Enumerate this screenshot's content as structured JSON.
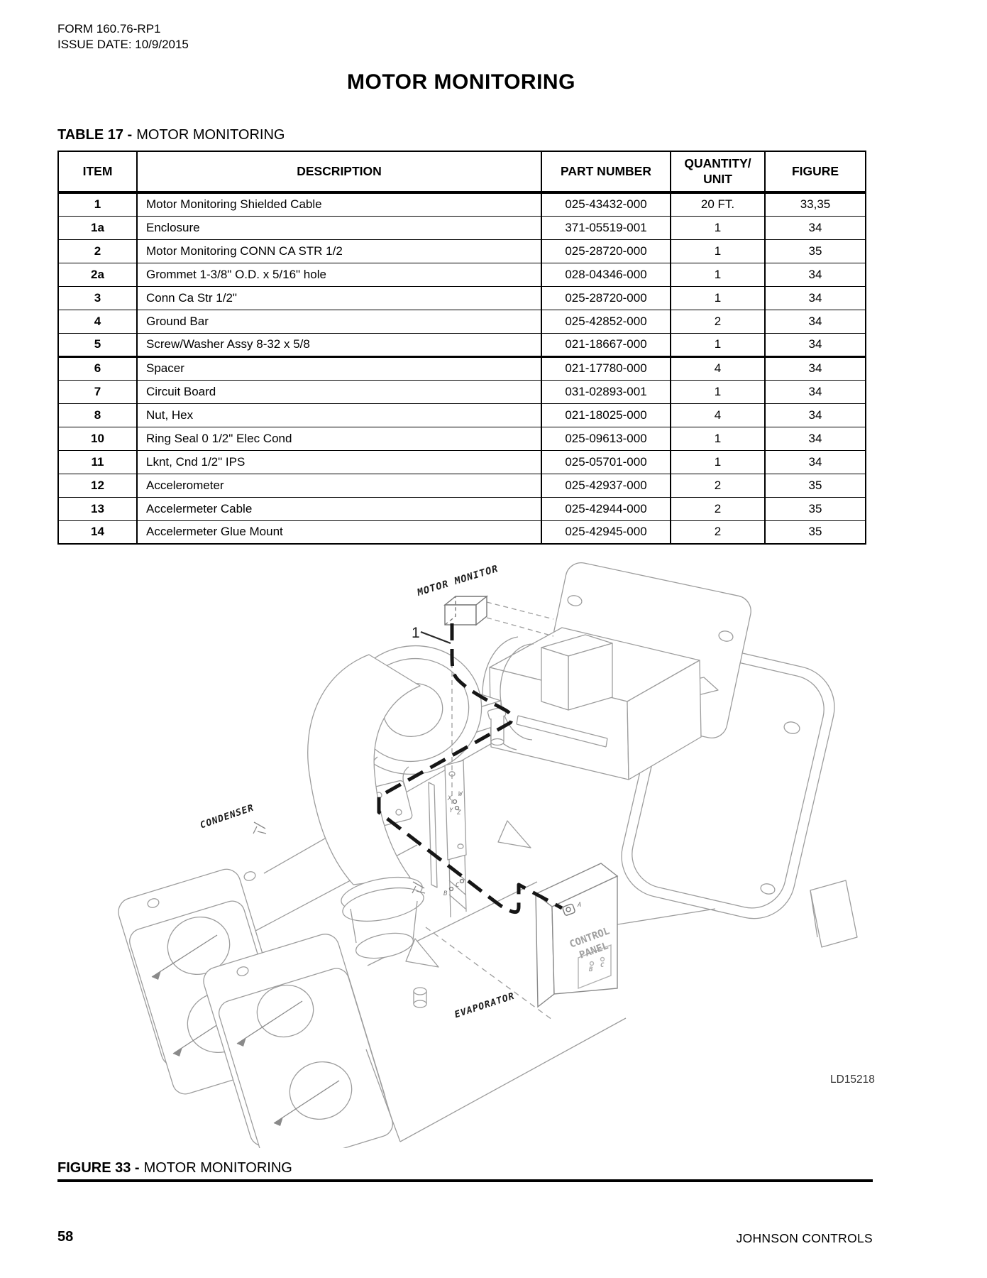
{
  "page": {
    "form_number": "FORM 160.76-RP1",
    "issue_date": "ISSUE DATE: 10/9/2015",
    "title": "MOTOR MONITORING",
    "page_number": "58",
    "company_name": "JOHNSON CONTROLS"
  },
  "table": {
    "label_prefix": "TABLE 17 -",
    "label_title": "MOTOR MONITORING",
    "columns": {
      "item": "ITEM",
      "description": "DESCRIPTION",
      "part_number": "PART NUMBER",
      "quantity_line1": "QUANTITY/",
      "quantity_line2": "UNIT",
      "figure": "FIGURE"
    },
    "rows": [
      {
        "item": "1",
        "description": "Motor Monitoring Shielded Cable",
        "part_number": "025-43432-000",
        "quantity": "20 FT.",
        "figure": "33,35"
      },
      {
        "item": "1a",
        "description": "Enclosure",
        "part_number": "371-05519-001",
        "quantity": "1",
        "figure": "34"
      },
      {
        "item": "2",
        "description": "Motor Monitoring CONN CA STR 1/2",
        "part_number": "025-28720-000",
        "quantity": "1",
        "figure": "35"
      },
      {
        "item": "2a",
        "description": "Grommet 1-3/8\" O.D. x 5/16\" hole",
        "part_number": "028-04346-000",
        "quantity": "1",
        "figure": "34"
      },
      {
        "item": "3",
        "description": "Conn Ca Str 1/2\"",
        "part_number": "025-28720-000",
        "quantity": "1",
        "figure": "34"
      },
      {
        "item": "4",
        "description": "Ground Bar",
        "part_number": "025-42852-000",
        "quantity": "2",
        "figure": "34"
      },
      {
        "item": "5",
        "description": "Screw/Washer Assy 8-32 x 5/8",
        "part_number": "021-18667-000",
        "quantity": "1",
        "figure": "34"
      },
      {
        "item": "6",
        "description": "Spacer",
        "part_number": "021-17780-000",
        "quantity": "4",
        "figure": "34"
      },
      {
        "item": "7",
        "description": "Circuit Board",
        "part_number": "031-02893-001",
        "quantity": "1",
        "figure": "34"
      },
      {
        "item": "8",
        "description": "Nut, Hex",
        "part_number": "021-18025-000",
        "quantity": "4",
        "figure": "34"
      },
      {
        "item": "10",
        "description": "Ring Seal 0 1/2\" Elec Cond",
        "part_number": "025-09613-000",
        "quantity": "1",
        "figure": "34"
      },
      {
        "item": "11",
        "description": "Lknt, Cnd 1/2\" IPS",
        "part_number": "025-05701-000",
        "quantity": "1",
        "figure": "34"
      },
      {
        "item": "12",
        "description": "Accelerometer",
        "part_number": "025-42937-000",
        "quantity": "2",
        "figure": "35"
      },
      {
        "item": "13",
        "description": "Accelermeter Cable",
        "part_number": "025-42944-000",
        "quantity": "2",
        "figure": "35"
      },
      {
        "item": "14",
        "description": "Accelermeter Glue Mount",
        "part_number": "025-42945-000",
        "quantity": "2",
        "figure": "35"
      }
    ]
  },
  "figure": {
    "caption_prefix": "FIGURE 33 -",
    "caption_title": "MOTOR MONITORING",
    "drawing_id": "LD15218",
    "callout": "1",
    "labels": {
      "motor_monitor": "MOTOR MONITOR",
      "condenser": "CONDENSER",
      "evaporator": "EVAPORATOR",
      "control_panel_line1": "CONTROL",
      "control_panel_line2": "PANEL",
      "panel_grommet_a": "A",
      "panel_b": "B",
      "panel_c": "C",
      "grommet_b": "B",
      "grommet_c": "C",
      "terminal_w": "W",
      "terminal_x": "X",
      "terminal_y": "Y",
      "terminal_z": "Z"
    }
  }
}
